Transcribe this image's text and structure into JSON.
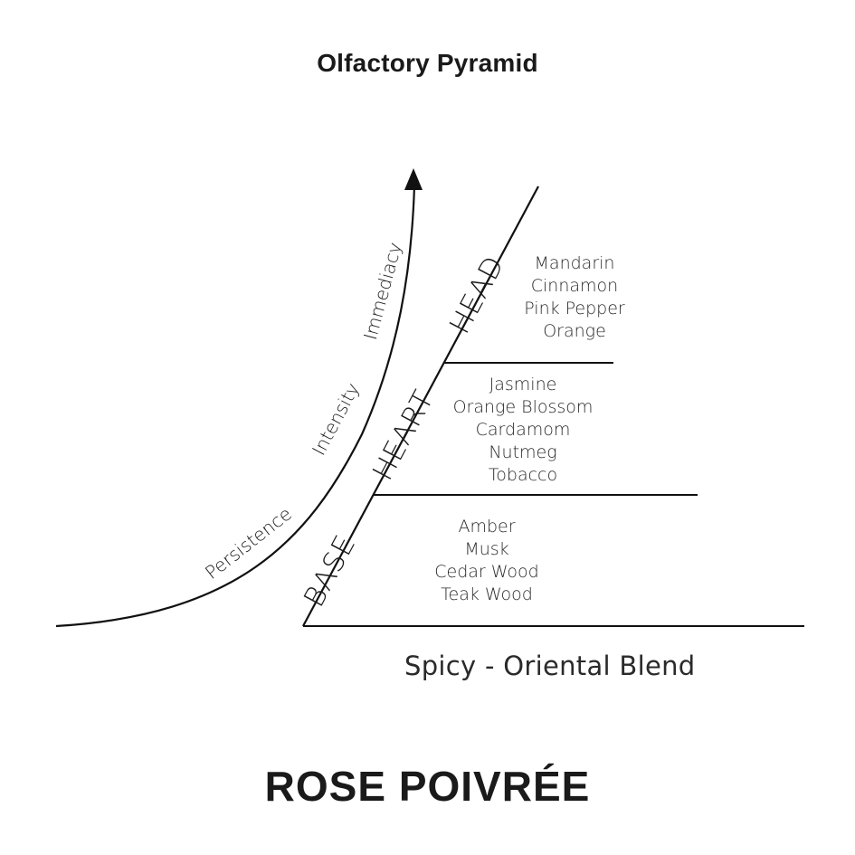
{
  "header": {
    "title": "Olfactory Pyramid"
  },
  "axis": {
    "labels": [
      "Persistence",
      "Intensity",
      "Immediacy"
    ],
    "direction": "arrow-up-icon"
  },
  "pyramid": {
    "levels": [
      {
        "name": "HEAD",
        "notes": [
          "Mandarin",
          "Cinnamon",
          "Pink Pepper",
          "Orange"
        ]
      },
      {
        "name": "HEART",
        "notes": [
          "Jasmine",
          "Orange Blossom",
          "Cardamom",
          "Nutmeg",
          "Tobacco"
        ]
      },
      {
        "name": "BASE",
        "notes": [
          "Amber",
          "Musk",
          "Cedar Wood",
          "Teak Wood"
        ]
      }
    ]
  },
  "blend": "Spicy - Oriental Blend",
  "product": {
    "name": "ROSE POIVRÉE"
  },
  "colors": {
    "ink": "#1a1a1a",
    "background": "#ffffff"
  }
}
